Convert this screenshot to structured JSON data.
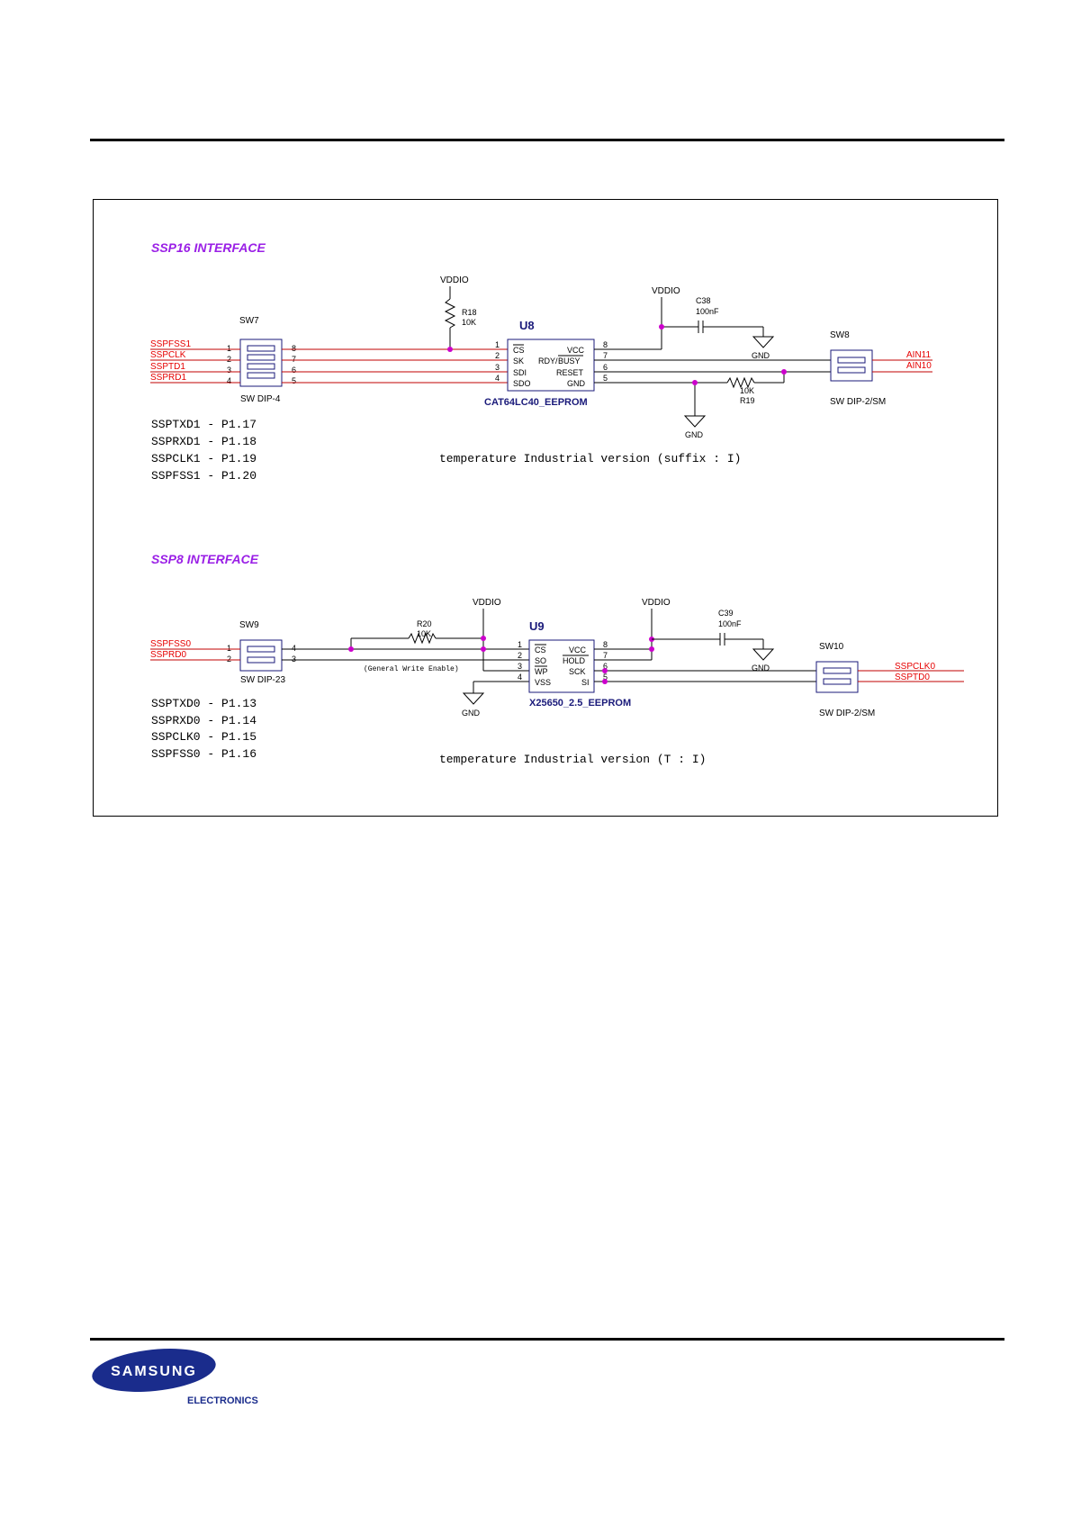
{
  "sections": [
    {
      "title": "SSP16 INTERFACE"
    },
    {
      "title": "SSP8 INTERFACE"
    }
  ],
  "ssp16": {
    "sw7": {
      "ref": "SW7",
      "value": "SW DIP-4",
      "left_pins": [
        "1",
        "2",
        "3",
        "4"
      ],
      "right_pins": [
        "8",
        "7",
        "6",
        "5"
      ]
    },
    "nets_in": [
      "SSPFSS1",
      "SSPCLK",
      "SSPTD1",
      "SSPRD1"
    ],
    "vddio_r18": "VDDIO",
    "r18": {
      "ref": "R18",
      "value": "10K"
    },
    "u8": {
      "ref": "U8",
      "part": "CAT64LC40_EEPROM",
      "left_pins": [
        "1",
        "2",
        "3",
        "4"
      ],
      "left_names": [
        "CS",
        "SK",
        "SDI",
        "SDO"
      ],
      "right_pins": [
        "8",
        "7",
        "6",
        "5"
      ],
      "right_names": [
        "VCC",
        "RDY/BUSY",
        "RESET",
        "GND"
      ],
      "rdy_label": "RDY/",
      "busy_label": "BUSY"
    },
    "vddio_c38": "VDDIO",
    "c38": {
      "ref": "C38",
      "value": "100nF"
    },
    "gnd_c38": "GND",
    "gnd_u8": "GND",
    "r19": {
      "ref": "R19",
      "value": "10K"
    },
    "sw8": {
      "ref": "SW8",
      "value": "SW DIP-2/SM"
    },
    "nets_out": [
      "AIN11",
      "AIN10"
    ],
    "pin_map": [
      "SSPTXD1 - P1.17",
      "SSPRXD1 - P1.18",
      "SSPCLK1 - P1.19",
      "SSPFSS1 - P1.20"
    ],
    "note": "temperature Industrial version (suffix : I)"
  },
  "ssp8": {
    "sw9": {
      "ref": "SW9",
      "value": "SW DIP-23",
      "left_pins": [
        "1",
        "2"
      ],
      "right_pins": [
        "4",
        "3"
      ]
    },
    "nets_in": [
      "SSPFSS0",
      "SSPRD0"
    ],
    "r20": {
      "ref": "R20",
      "value": "10K"
    },
    "vddio_r20": "VDDIO",
    "wp_note": "(General Write Enable)",
    "gnd_wp": "GND",
    "u9": {
      "ref": "U9",
      "part": "X25650_2.5_EEPROM",
      "left_pins": [
        "1",
        "2",
        "3",
        "4"
      ],
      "left_names": [
        "CS",
        "SO",
        "WP",
        "VSS"
      ],
      "right_pins": [
        "8",
        "7",
        "6",
        "5"
      ],
      "right_names": [
        "VCC",
        "HOLD",
        "SCK",
        "SI"
      ]
    },
    "vddio_c39": "VDDIO",
    "c39": {
      "ref": "C39",
      "value": "100nF"
    },
    "gnd_c39": "GND",
    "sw10": {
      "ref": "SW10",
      "value": "SW DIP-2/SM"
    },
    "nets_out": [
      "SSPCLK0",
      "SSPTD0"
    ],
    "pin_map": [
      "SSPTXD0 - P1.13",
      "SSPRXD0 - P1.14",
      "SSPCLK0 - P1.15",
      "SSPFSS0 - P1.16"
    ],
    "note": "temperature Industrial  version (T : I)"
  },
  "footer": {
    "brand": "SAMSUNG",
    "sub": "ELECTRONICS"
  },
  "colors": {
    "net": "#e60000",
    "section": "#9a1fe6",
    "part": "#1a1a7a",
    "junction": "#cc00cc",
    "logo": "#1a2c8c"
  }
}
